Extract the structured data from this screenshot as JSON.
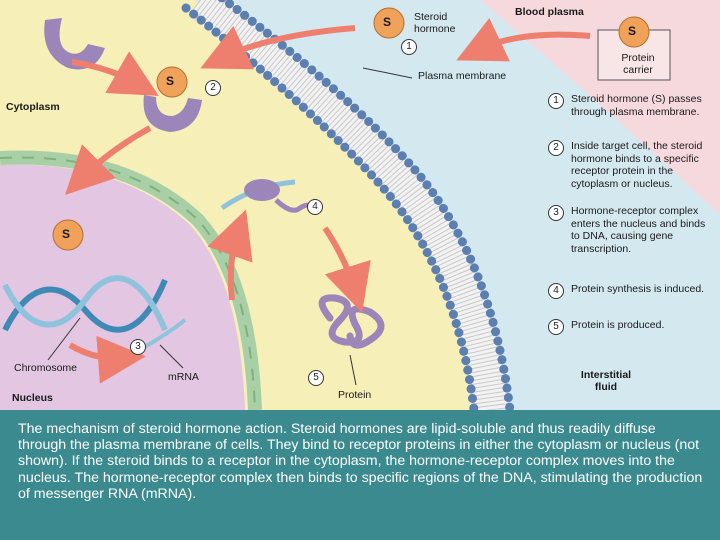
{
  "labels": {
    "blood_plasma": "Blood plasma",
    "steroid_hormone": "Steroid hormone",
    "protein_carrier": "Protein carrier",
    "plasma_membrane": "Plasma membrane",
    "cytoplasm": "Cytoplasm",
    "chromosome": "Chromosome",
    "mrna": "mRNA",
    "nucleus": "Nucleus",
    "protein": "Protein",
    "interstitial_fluid": "Interstitial fluid",
    "s": "S"
  },
  "numbers": [
    "1",
    "2",
    "3",
    "4",
    "5"
  ],
  "steps": [
    {
      "num": "1",
      "text": "Steroid hormone (S) passes through plasma membrane."
    },
    {
      "num": "2",
      "text": "Inside target cell, the steroid hormone binds to a specific receptor protein in the cytoplasm or nucleus."
    },
    {
      "num": "3",
      "text": "Hormone-receptor complex enters the nucleus and binds to DNA, causing gene transcription."
    },
    {
      "num": "4",
      "text": "Protein synthesis is induced."
    },
    {
      "num": "5",
      "text": "Protein is produced."
    }
  ],
  "caption": "The mechanism of steroid hormone action. Steroid hormones are lipid-soluble and thus readily diffuse through the plasma membrane of cells. They bind to receptor proteins in either the cytoplasm or nucleus (not shown). If the steroid binds to a receptor in the cytoplasm, the hormone-receptor complex moves into the nucleus. The hormone-receptor complex then binds to specific regions of the DNA, stimulating the production of messenger RNA (mRNA).",
  "colors": {
    "blood_plasma": "#f6d9dc",
    "interstitial": "#d4e8f0",
    "cytoplasm": "#f6efb8",
    "nucleus": "#e2c6e2",
    "membrane_head": "#5b7fb0",
    "caption_bg": "#3a8a8f",
    "hormone": "#f0a25a",
    "receptor": "#9c85b8",
    "arrow": "#ee7f6f"
  }
}
